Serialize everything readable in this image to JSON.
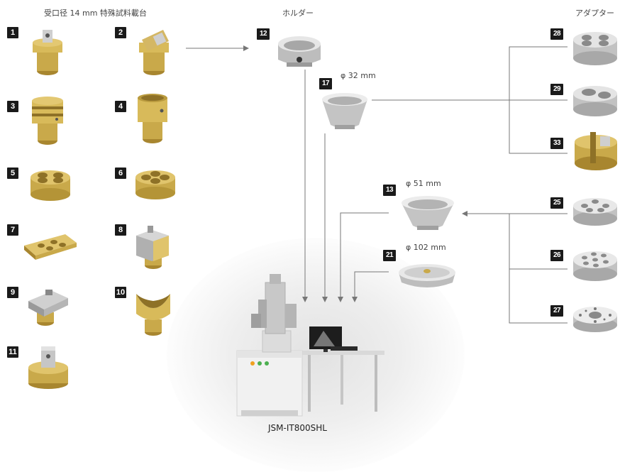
{
  "headers": {
    "stubs": "受口径 14 mm 特殊試料載台",
    "holder": "ホルダー",
    "adapter": "アダプター"
  },
  "stubs": [
    {
      "n": "1"
    },
    {
      "n": "2"
    },
    {
      "n": "3"
    },
    {
      "n": "4"
    },
    {
      "n": "5"
    },
    {
      "n": "6"
    },
    {
      "n": "7"
    },
    {
      "n": "8"
    },
    {
      "n": "9"
    },
    {
      "n": "10"
    },
    {
      "n": "11"
    }
  ],
  "holders": [
    {
      "n": "12"
    },
    {
      "n": "17",
      "dim": "φ 32 mm"
    },
    {
      "n": "13",
      "dim": "φ 51 mm"
    },
    {
      "n": "21",
      "dim": "φ 102 mm"
    }
  ],
  "adapters": [
    {
      "n": "28"
    },
    {
      "n": "29"
    },
    {
      "n": "33"
    },
    {
      "n": "25"
    },
    {
      "n": "26"
    },
    {
      "n": "27"
    }
  ],
  "instrument": {
    "model": "JSM-IT800SHL"
  },
  "colors": {
    "brass": "#c9a94a",
    "steel": "#c8c8c8",
    "line": "#777777"
  }
}
